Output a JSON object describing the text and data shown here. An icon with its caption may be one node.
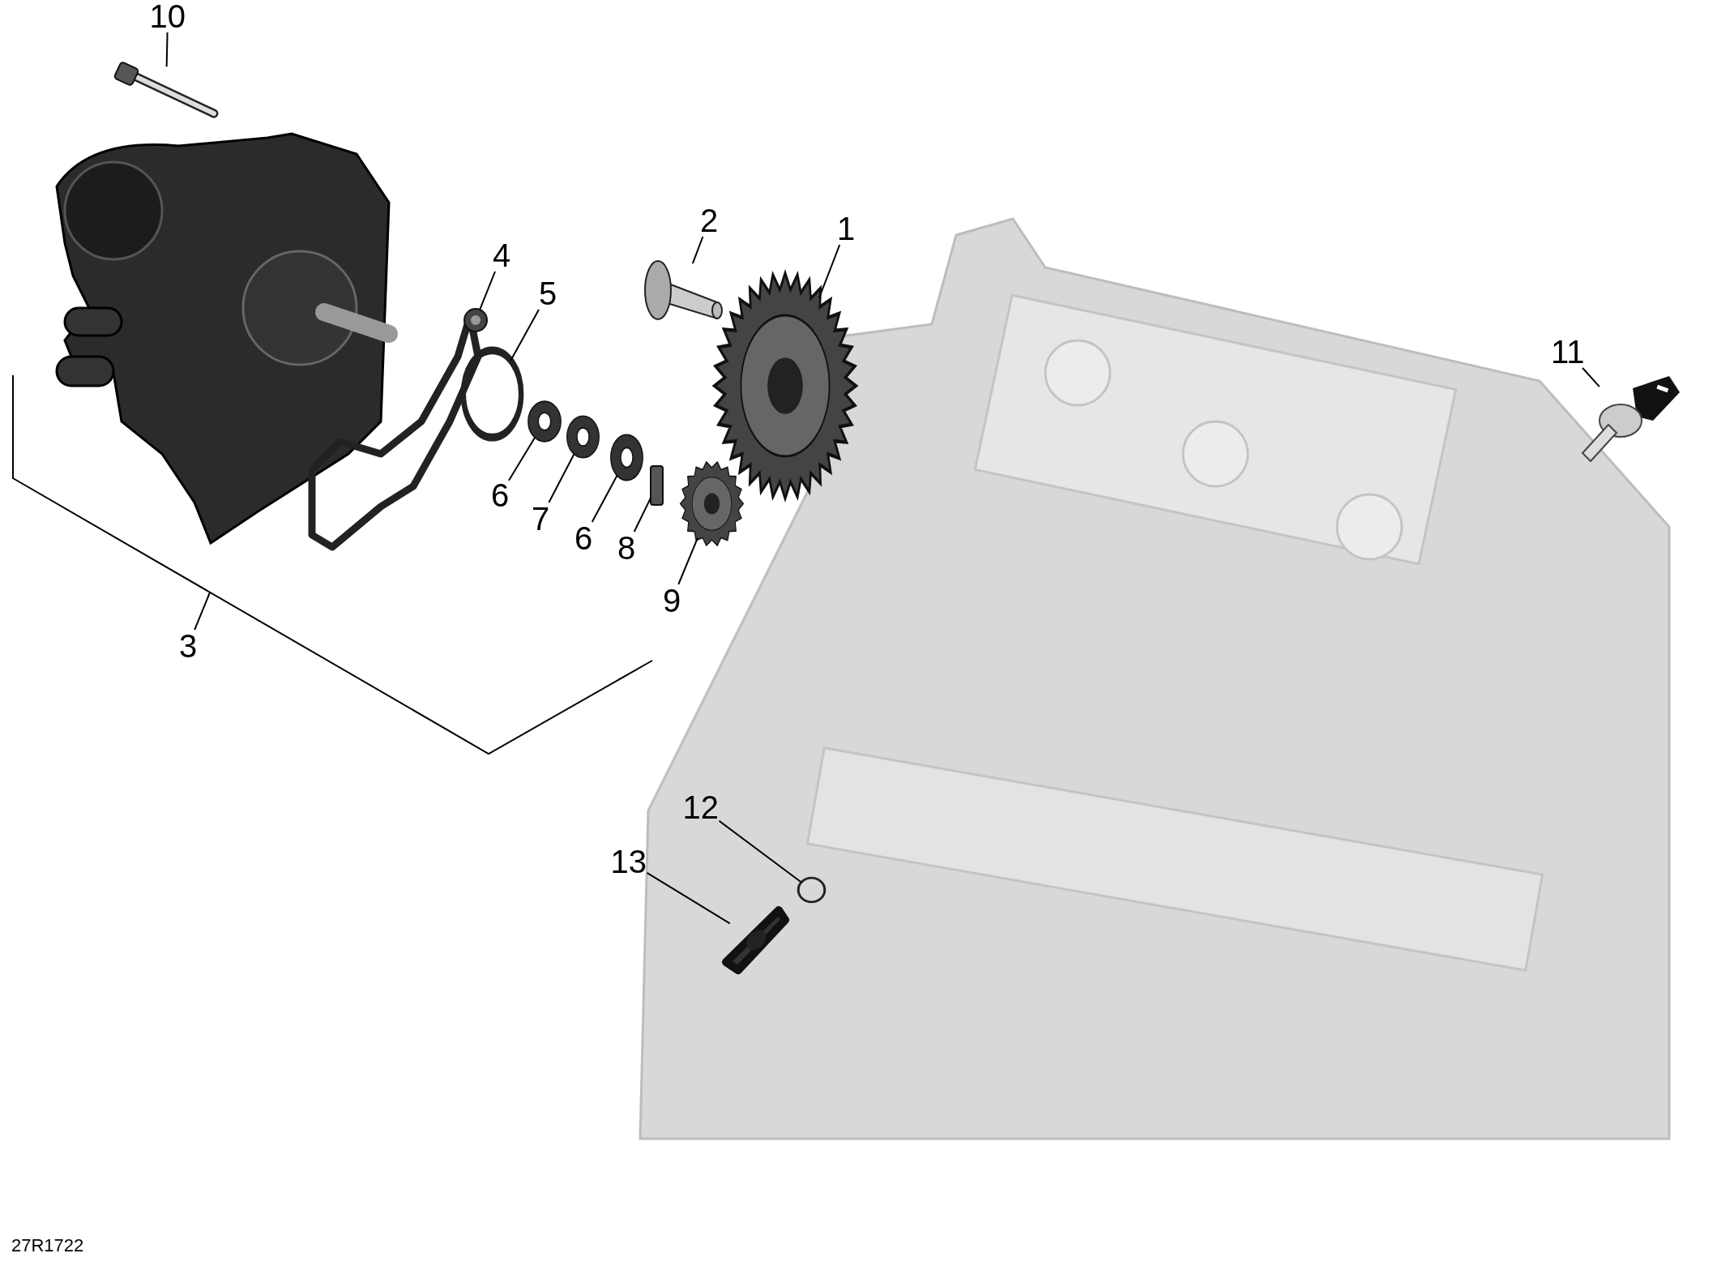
{
  "diagram": {
    "nodes": [
      {
        "text": [
          "10"
        ]
      },
      {
        "text": [
          "2"
        ]
      },
      {
        "text": [
          "1"
        ]
      },
      {
        "text": [
          "4"
        ]
      },
      {
        "text": [
          "5"
        ]
      },
      {
        "text": [
          "11"
        ]
      },
      {
        "text": [
          "6"
        ]
      },
      {
        "text": [
          "7"
        ]
      },
      {
        "text": [
          "6"
        ]
      },
      {
        "text": [
          "8"
        ]
      },
      {
        "text": [
          "3"
        ]
      },
      {
        "text": [
          "9"
        ]
      },
      {
        "text": [
          "12"
        ]
      },
      {
        "text": [
          "13"
        ]
      },
      {
        "text": [],
        "shape": "picture"
      },
      {
        "text": [],
        "shape": "picture"
      },
      {
        "text": [],
        "shape": "picture"
      },
      {
        "text": [],
        "shape": "picture"
      },
      {
        "text": [],
        "shape": "circle"
      },
      {
        "text": [],
        "shape": "picture"
      },
      {
        "text": [],
        "shape": "picture"
      },
      {
        "text": [],
        "shape": "picture"
      },
      {
        "text": [],
        "shape": "picture"
      },
      {
        "text": [],
        "shape": "bar"
      },
      {
        "text": [],
        "shape": "picture"
      },
      {
        "text": [],
        "shape": "circle"
      },
      {
        "text": [],
        "shape": "picture"
      }
    ],
    "edges": [
      {
        "from": 0,
        "to": 14,
        "arrow": "none"
      },
      {
        "from": 1,
        "to": 15,
        "arrow": "none"
      },
      {
        "from": 2,
        "to": 16,
        "arrow": "none"
      },
      {
        "from": 3,
        "to": 17,
        "arrow": "none"
      },
      {
        "from": 4,
        "to": 18,
        "arrow": "none"
      },
      {
        "from": 5,
        "to": 19,
        "arrow": "none"
      },
      {
        "from": 6,
        "to": 20,
        "arrow": "none"
      },
      {
        "from": 7,
        "to": 21,
        "arrow": "none"
      },
      {
        "from": 8,
        "to": 22,
        "arrow": "none"
      },
      {
        "from": 9,
        "to": 23,
        "arrow": "none"
      },
      {
        "from": 10,
        "to": null,
        "arrow": "none"
      },
      {
        "from": 11,
        "to": 24,
        "arrow": "none"
      },
      {
        "from": 12,
        "to": 25,
        "arrow": "none"
      },
      {
        "from": 13,
        "to": 26,
        "arrow": "none"
      }
    ],
    "labels": [
      "27R1722"
    ]
  }
}
